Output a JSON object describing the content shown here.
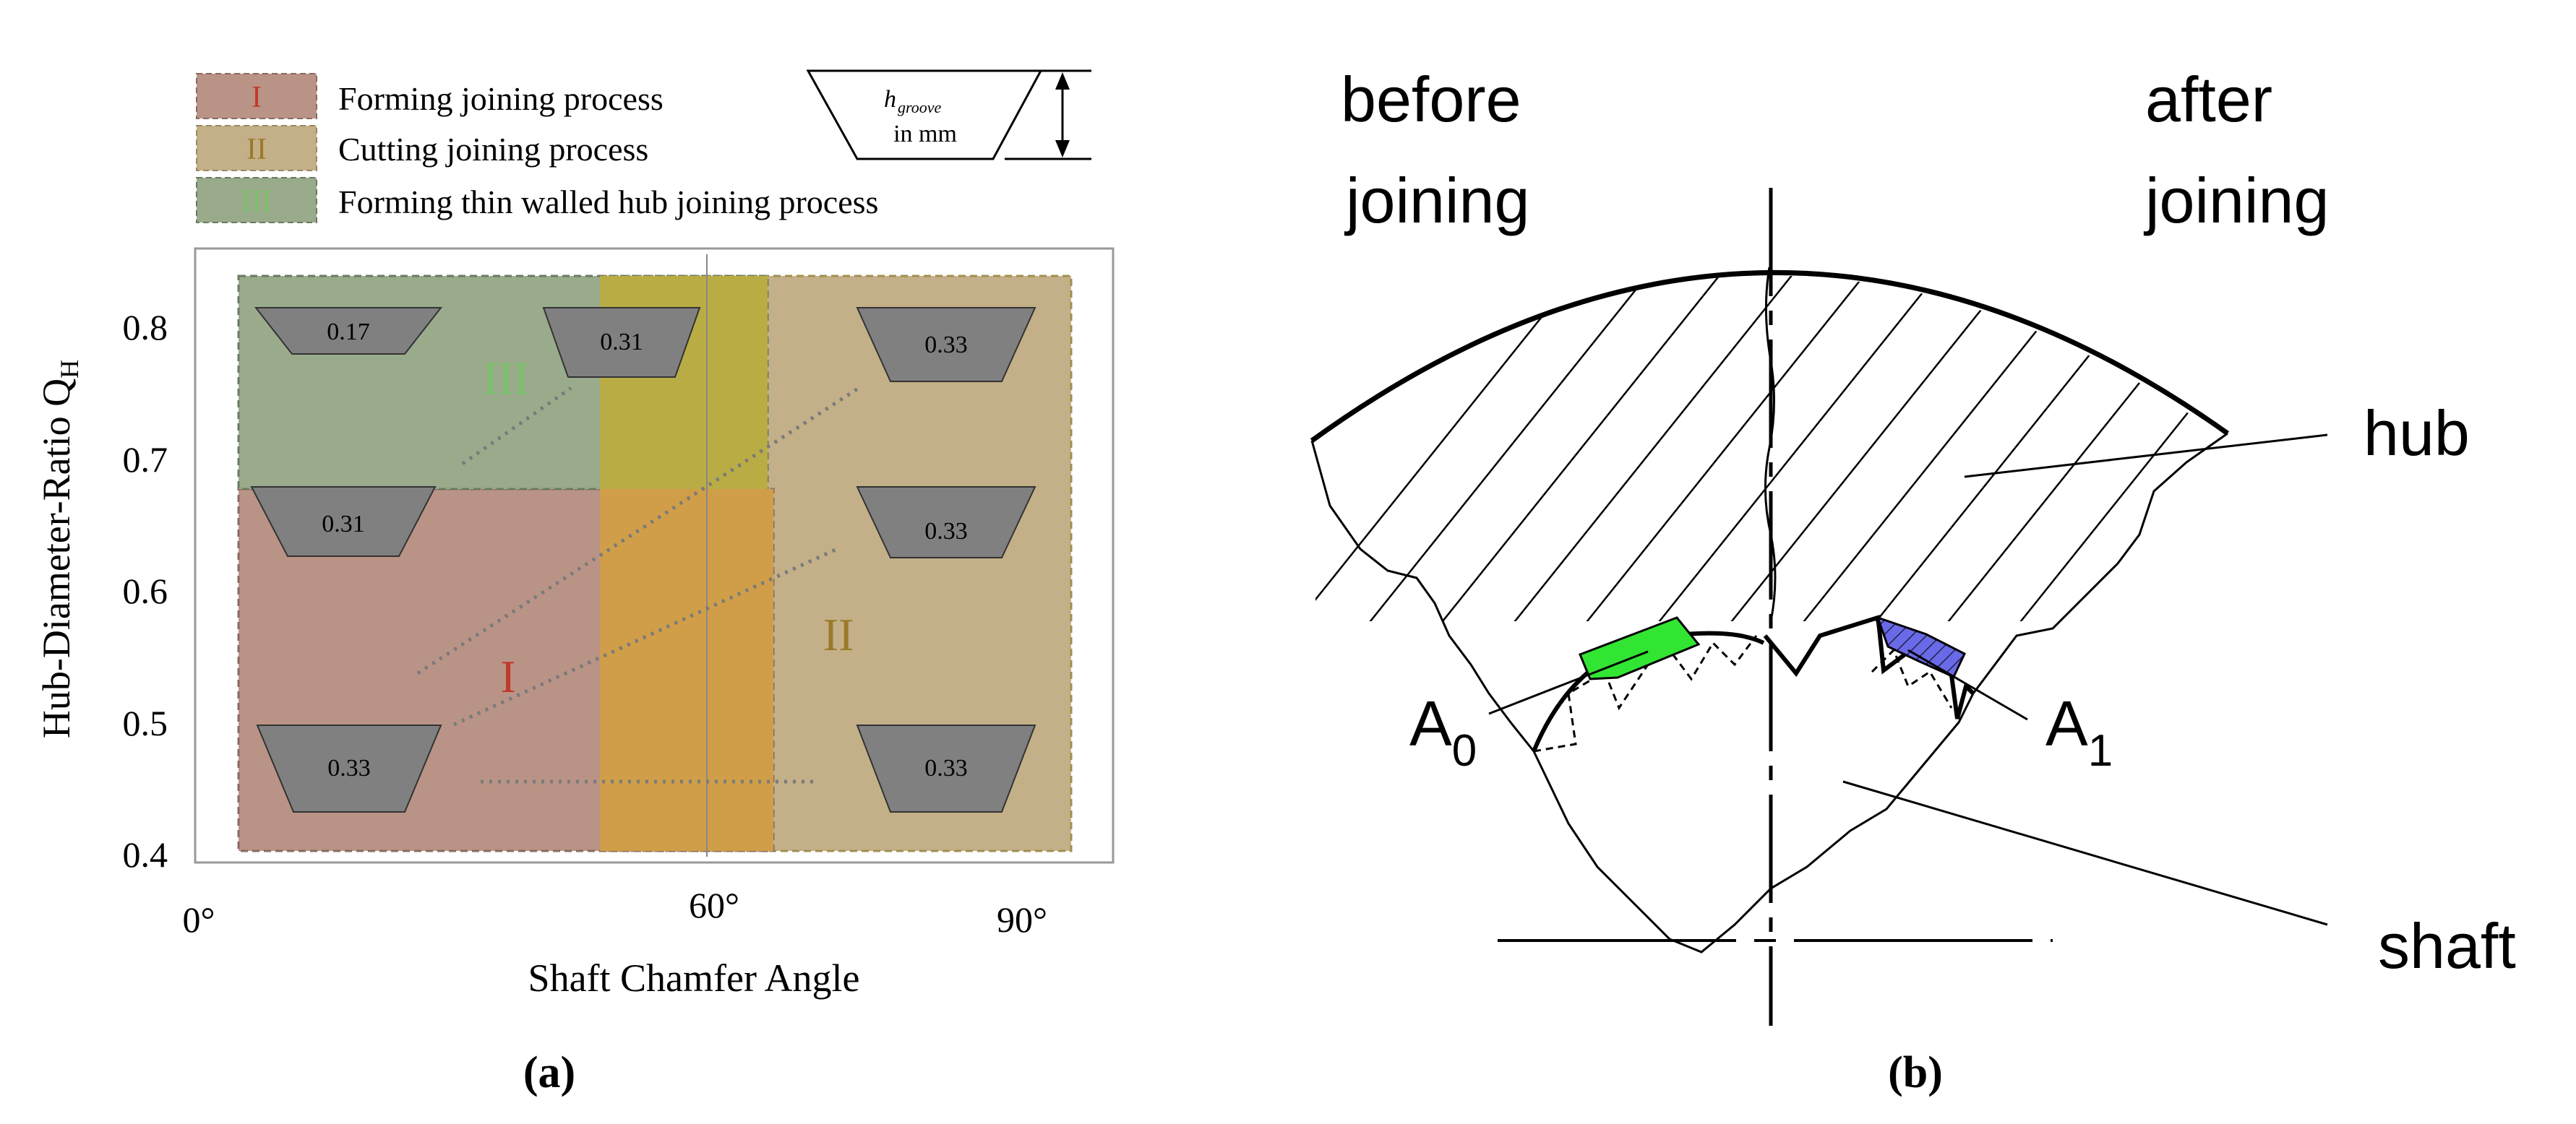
{
  "colors": {
    "region_I": "#b99486",
    "region_II": "#c3b088",
    "region_III": "#9aab8c",
    "overlap_I_II": "#d09e48",
    "overlap_II_III": "#b9ac45",
    "roman_I": "#c0392b",
    "roman_II": "#9a7a2a",
    "roman_III": "#7bc06a",
    "groove_fill": "#808080",
    "A0_fill": "#33e533",
    "A1_fill": "#6a6ae8"
  },
  "panel_a": {
    "caption": "(a)",
    "legend": [
      {
        "roman": "I",
        "label": "Forming joining process"
      },
      {
        "roman": "II",
        "label": "Cutting joining process"
      },
      {
        "roman": "III",
        "label": "Forming thin walled hub joining process"
      }
    ],
    "legend_groove_symbol": {
      "h": "h",
      "sub": "groove",
      "unit": "in mm"
    },
    "ylabel_main": "Hub-Diameter-Ratio Q",
    "ylabel_sub": "H",
    "xlabel": "Shaft Chamfer Angle",
    "y_ticks": [
      "0.8",
      "0.7",
      "0.6",
      "0.5",
      "0.4"
    ],
    "x_ticks": [
      "0°",
      "60°",
      "90°"
    ],
    "region_labels": [
      "I",
      "II",
      "III"
    ],
    "groove_values": [
      "0.17",
      "0.31",
      "0.33",
      "0.31",
      "0.33",
      "0.33",
      "0.33"
    ]
  },
  "panel_b": {
    "caption": "(b)",
    "before_line1": "before",
    "before_line2": "joining",
    "after_line1": "after",
    "after_line2": "joining",
    "hub": "hub",
    "shaft": "shaft",
    "A0": "A",
    "A0_sub": "0",
    "A1": "A",
    "A1_sub": "1"
  }
}
